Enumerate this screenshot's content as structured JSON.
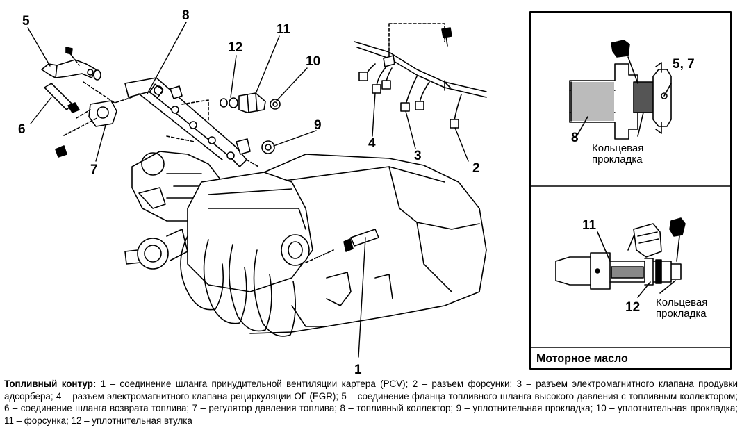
{
  "callouts": {
    "c1": "1",
    "c2": "2",
    "c3": "3",
    "c4": "4",
    "c5": "5",
    "c6": "6",
    "c7": "7",
    "c8": "8",
    "c9": "9",
    "c10": "10",
    "c11": "11",
    "c12": "12"
  },
  "inset_top": {
    "label_57": "5, 7",
    "label_8": "8",
    "ring_line1": "Кольцевая",
    "ring_line2": "прокладка"
  },
  "inset_bottom": {
    "label_11": "11",
    "label_12": "12",
    "ring_line1": "Кольцевая",
    "ring_line2": "прокладка",
    "footer": "Моторное масло"
  },
  "caption": {
    "title": "Топливный контур:",
    "text": " 1 – соединение шланга принудительной вентиляции картера (PCV); 2 – разъем форсунки; 3 – разъем электромагнитного клапана продувки адсорбера; 4 – разъем электромагнитного клапана рециркуляции ОГ (EGR); 5 – соединение фланца топливного шланга высокого давления с топливным коллектором; 6 – соединение шланга возврата топлива; 7 – регулятор давления топлива; 8 – топливный коллектор; 9 – уплотнительная прокладка; 10 – уплотнительная прокладка; 11 – форсунка; 12 – уплотнительная втулка"
  }
}
